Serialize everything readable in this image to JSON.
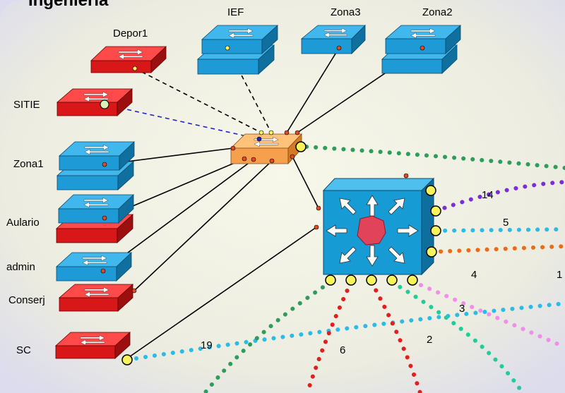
{
  "title": "Ingeniería",
  "colors": {
    "cisco_blue": "#1e9ad6",
    "switch_red": "#e01f1f",
    "hub_orange": "#f6a04d",
    "core_blue": "#169bd5",
    "core_center": "#e0435a",
    "port_yellow": "#f7f35a",
    "link_green": "#2f9d5a",
    "link_purple": "#7a2fd6",
    "link_cyan": "#2bbbe8",
    "link_orange": "#f06a16",
    "link_red": "#e02020",
    "link_pink": "#ef90e8",
    "link_teal": "#22cc99",
    "link_blue_dashed": "#2020d8"
  },
  "nodes": {
    "depor1": "Depor1",
    "ief": "IEF",
    "zona3": "Zona3",
    "zona2": "Zona2",
    "sitie": "SITIE",
    "zona1": "Zona1",
    "aulario": "Aulario",
    "admin": "admin",
    "conserj": "Conserj",
    "sc": "SC"
  },
  "link_labels": {
    "l14": "14",
    "l5": "5",
    "l4": "4",
    "l1": "1",
    "l3": "3",
    "l2": "2",
    "l6": "6",
    "l19": "19"
  },
  "icons": {
    "workgroup_switch": "switch-icon",
    "core_switch": "multilayer-switch-icon"
  }
}
